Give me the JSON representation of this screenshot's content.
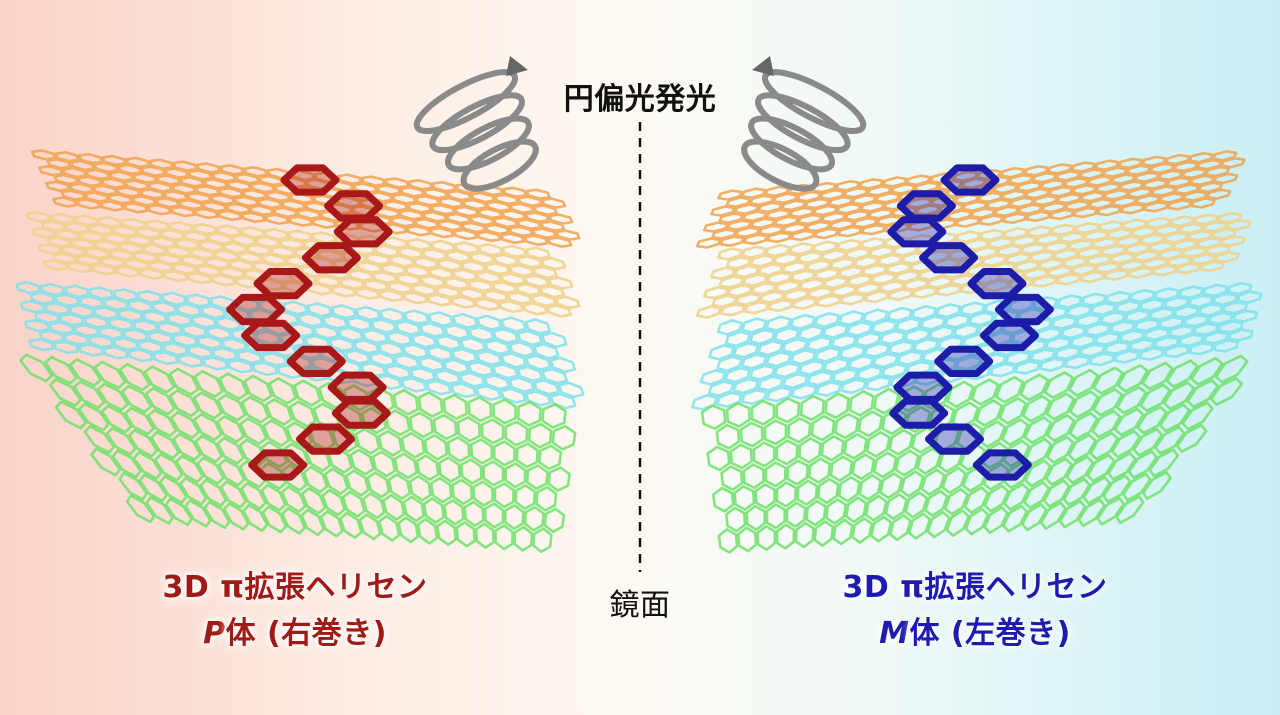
{
  "labels": {
    "cpl": "円偏光発光",
    "mirror": "鏡面",
    "left_title": "3D π拡張ヘリセン",
    "left_enantiomer_letter": "P",
    "left_enantiomer_rest": "体 (右巻き)",
    "right_title": "3D π拡張ヘリセン",
    "right_enantiomer_letter": "M",
    "right_enantiomer_rest": "体 (左巻き)"
  },
  "colors": {
    "left_helix": "#a81818",
    "right_helix": "#1c1ca8",
    "sheet_orange": "#f0a24c",
    "sheet_yellow": "#eed089",
    "sheet_cyan": "#7fe0ea",
    "sheet_green": "#6fe06a",
    "spring": "#8a8a8a"
  }
}
